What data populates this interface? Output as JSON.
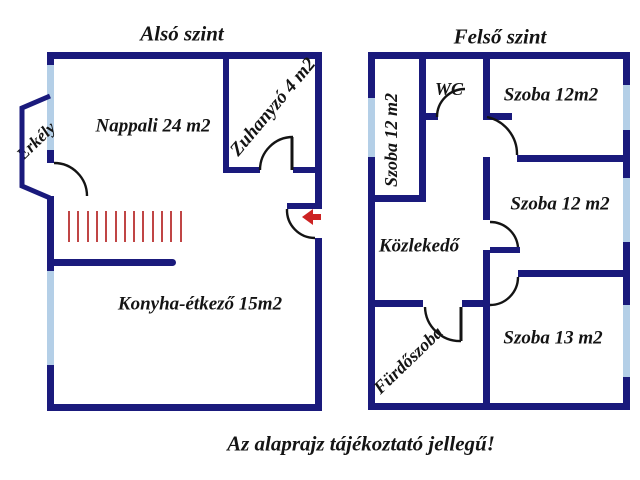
{
  "note": "Az alaprajz tájékoztató jellegű!",
  "lower_floor": {
    "title": "Alsó szint",
    "rooms": {
      "nappali": "Nappali 24 m2",
      "zuhanyzo": "Zuhanyzó 4 m2",
      "erkely": "Erkély",
      "konyha": "Konyha-étkező 15m2"
    }
  },
  "upper_floor": {
    "title": "Felső szint",
    "rooms": {
      "szoba_left": "Szoba 12 m2",
      "wc": "WC",
      "szoba_top_right": "Szoba 12m2",
      "szoba_mid_right": "Szoba 12 m2",
      "kozlekedo": "Közlekedő",
      "furdoszoba": "Fürdőszoba",
      "szoba_bottom_right": "Szoba 13 m2"
    }
  },
  "colors": {
    "wall": "#1a1a7c",
    "window": "#b4cfe7",
    "stairs": "#c04545",
    "arrow": "#cc2222",
    "ink": "#141414"
  },
  "stairs": {
    "count": 13,
    "step": 9.3
  }
}
